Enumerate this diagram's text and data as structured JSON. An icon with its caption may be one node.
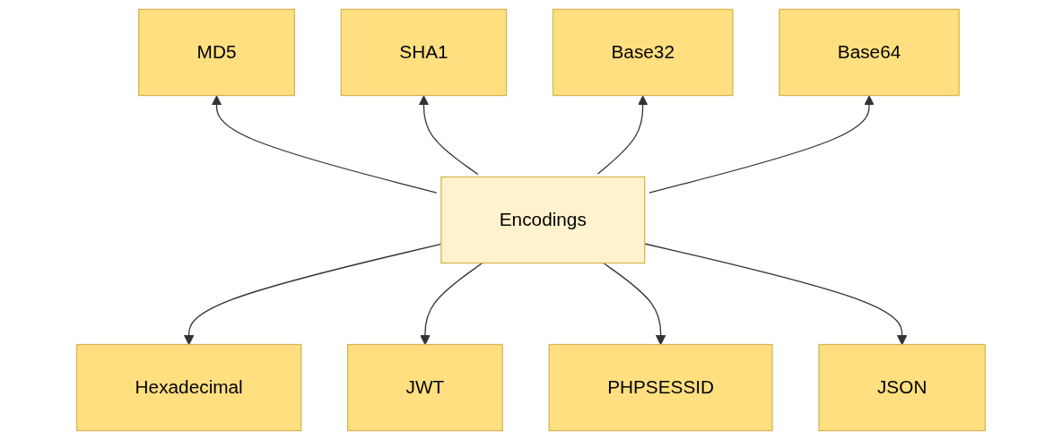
{
  "diagram": {
    "nodes": [
      {
        "text": [
          "MD5"
        ]
      },
      {
        "text": [
          "SHA1"
        ]
      },
      {
        "text": [
          "Base32"
        ]
      },
      {
        "text": [
          "Base64"
        ]
      },
      {
        "text": [
          "Encodings"
        ]
      },
      {
        "text": [
          "Hexadecimal"
        ]
      },
      {
        "text": [
          "JWT"
        ]
      },
      {
        "text": [
          "PHPSESSID"
        ]
      },
      {
        "text": [
          "JSON"
        ]
      }
    ],
    "edges": [
      {
        "from": 4,
        "to": 0,
        "arrow": "to"
      },
      {
        "from": 4,
        "to": 1,
        "arrow": "to"
      },
      {
        "from": 4,
        "to": 2,
        "arrow": "to"
      },
      {
        "from": 4,
        "to": 3,
        "arrow": "to"
      },
      {
        "from": 4,
        "to": 5,
        "arrow": "to"
      },
      {
        "from": 4,
        "to": 6,
        "arrow": "to"
      },
      {
        "from": 4,
        "to": 7,
        "arrow": "to"
      },
      {
        "from": 4,
        "to": 8,
        "arrow": "to"
      }
    ]
  }
}
